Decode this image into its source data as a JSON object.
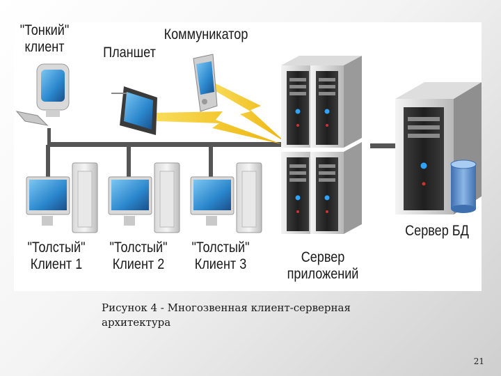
{
  "diagram": {
    "thin_client_label": "\"Тонкий\"\nклиент",
    "tablet_label": "Планшет",
    "communicator_label": "Коммуникатор",
    "fat_client_1_label": "\"Толстый\"\nКлиент 1",
    "fat_client_2_label": "\"Толстый\"\nКлиент 2",
    "fat_client_3_label": "\"Толстый\"\nКлиент 3",
    "app_server_label": "Сервер\nприложений",
    "db_server_label": "Сервер БД"
  },
  "caption": "Рисунок 4 - Многозвенная клиент-серверная архитектура",
  "page_number": "21",
  "colors": {
    "bus": "#5a5a5a",
    "lightning": "#f2c21c",
    "screen": "#2c8fd0",
    "server_dark": "#2e2e2e",
    "server_light": "#e6e6e6",
    "db_cylinder": "#5f90c8"
  },
  "icons": [
    "monitor-icon",
    "tablet-icon",
    "pda-icon",
    "server-icon",
    "database-icon",
    "pc-tower-icon",
    "lightning-icon"
  ]
}
